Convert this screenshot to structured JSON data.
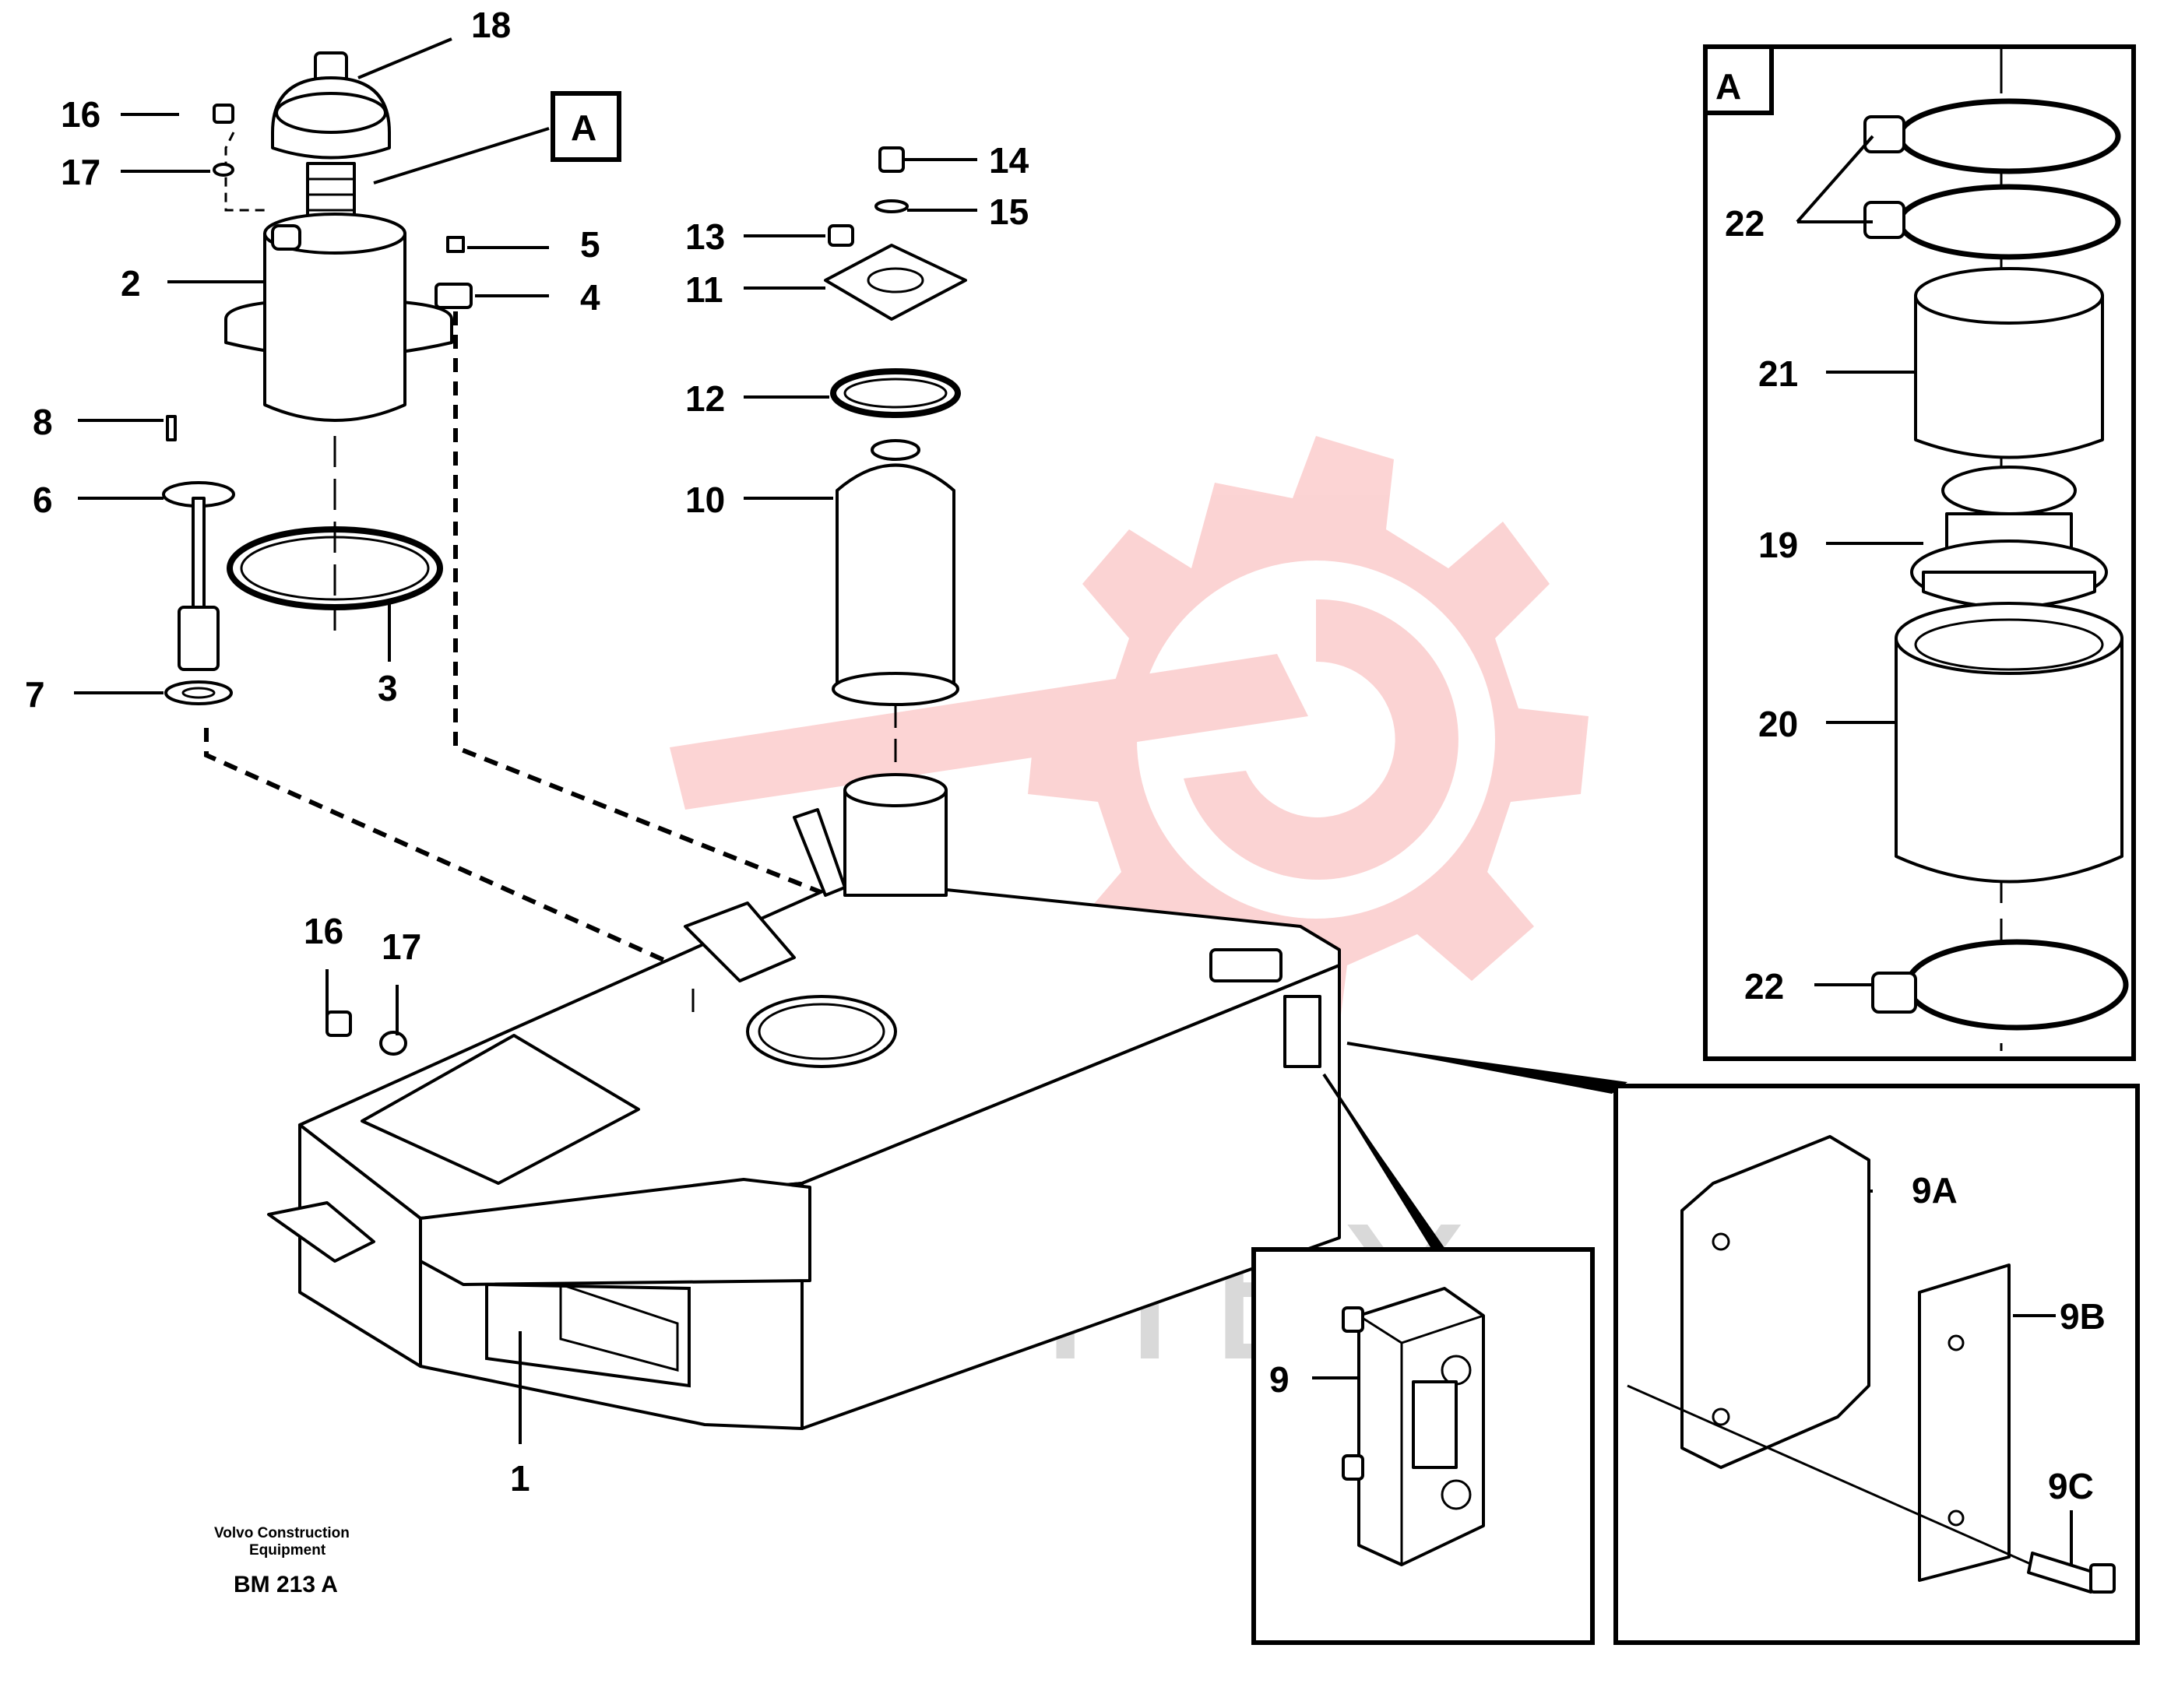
{
  "labels": {
    "l1": "1",
    "l2": "2",
    "l3": "3",
    "l4": "4",
    "l5": "5",
    "l6": "6",
    "l7": "7",
    "l8": "8",
    "l9": "9",
    "l9a": "9A",
    "l9b": "9B",
    "l9c": "9C",
    "l10": "10",
    "l11": "11",
    "l12": "12",
    "l13": "13",
    "l14": "14",
    "l15": "15",
    "l16a": "16",
    "l17a": "17",
    "l16b": "16",
    "l17b": "17",
    "l18": "18",
    "l19": "19",
    "l20": "20",
    "l21": "21",
    "l22a": "22",
    "l22b": "22",
    "detailA": "A",
    "detailA_box": "A"
  },
  "footer": {
    "company_line1": "Volvo Construction",
    "company_line2": "Equipment",
    "drawing_number": "BM 213 A"
  },
  "watermark": {
    "text": "ИНТЕХ",
    "logo_color": "#f26d6d"
  }
}
